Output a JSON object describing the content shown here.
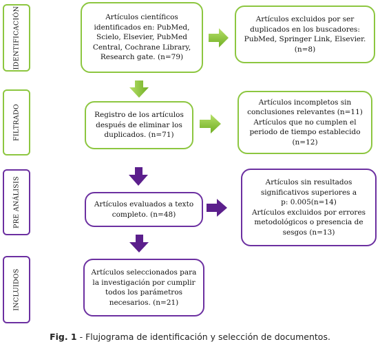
{
  "stages": {
    "identificacion": "IDENTIFICACIÓN",
    "filtrado": "FILTRADO",
    "pre_analisis": "PRE ANÁLISIS",
    "incluidos": "INCLUIDOS"
  },
  "boxes": {
    "identified": "Artículos científicos\nidentificados en: PubMed,\nScielo, Elsevier, PubMed\nCentral, Cochrane Library,\nResearch gate. (n=79)",
    "excluded_duplicates": "Artículos excluidos por ser\nduplicados en los buscadores:\nPubMed, Springer Link, Elsevier.\n(n=8)",
    "after_duplicates": "Registro de los artículos\ndespués de eliminar los\nduplicados. (n=71)",
    "incomplete": "Artículos incompletos sin\nconclusiones relevantes (n=11)\nArtículos que no cumplen el\nperiodo de tiempo establecido\n(n=12)",
    "evaluated": "Artículos evaluados a texto\ncompleto. (n=48)",
    "no_results": "Artículos sin resultados\nsignificativos superiores a\np: 0.005(n=14)\nArtículos excluidos por errores\nmetodológicos o presencia de\nsesgos (n=13)",
    "selected": "Artículos seleccionados para\nla investigación por cumplir\ntodos los parámetros\nnecesarios. (n=21)"
  },
  "caption": {
    "label": "Fig. 1",
    "text": " - Flujograma de identificación y selección de documentos."
  },
  "colors": {
    "green": "#8cc63f",
    "purple": "#6b2fa0"
  }
}
